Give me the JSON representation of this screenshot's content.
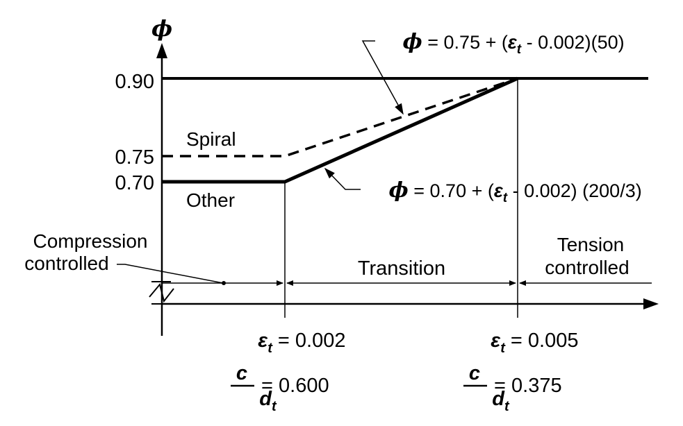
{
  "axis": {
    "phi_symbol": "ϕ"
  },
  "ticks": {
    "t090": "0.90",
    "t075": "0.75",
    "t070": "0.70"
  },
  "curves": {
    "spiral": "Spiral",
    "other": "Other"
  },
  "equations": {
    "upper": {
      "phi": "ϕ",
      "pre": " = 0.75 + (",
      "eps": "ε",
      "sub": "t",
      "post": " - 0.002)(50)"
    },
    "lower": {
      "phi": "ϕ",
      "pre": " = 0.70 + (",
      "eps": "ε",
      "sub": "t",
      "post": " - 0.002) (200/3)"
    }
  },
  "regions": {
    "compression": [
      "Compression",
      "controlled"
    ],
    "transition": "Transition",
    "tension": [
      "Tension",
      "controlled"
    ]
  },
  "limits": {
    "left": {
      "eps": "ε",
      "eps_sub": "t",
      "eps_value": " = 0.002",
      "c": "c",
      "d": "d",
      "d_sub": "t",
      "ratio_value": " = 0.600"
    },
    "right": {
      "eps": "ε",
      "eps_sub": "t",
      "eps_value": " = 0.005",
      "c": "c",
      "d": "d",
      "d_sub": "t",
      "ratio_value": " = 0.375"
    }
  },
  "colors": {
    "line": "#000000",
    "background": "#ffffff"
  }
}
